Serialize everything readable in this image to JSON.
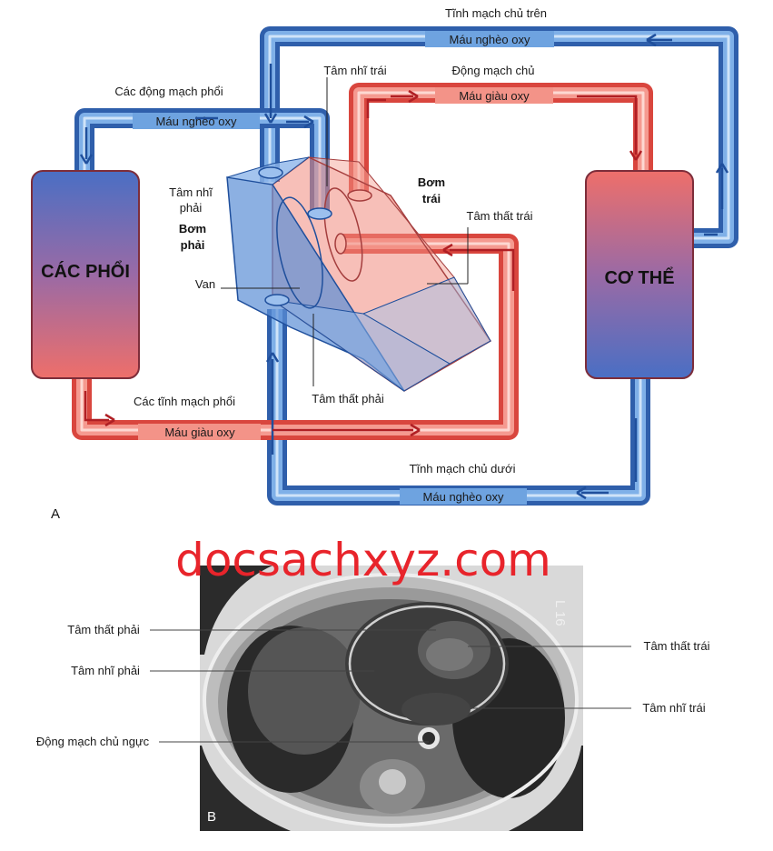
{
  "diagram": {
    "organs": {
      "lungs": "CÁC PHỔI",
      "body": "CƠ THỂ"
    },
    "vessels": {
      "superior_vena_cava": "Tĩnh mạch chủ trên",
      "aorta": "Động mạch chủ",
      "pulmonary_arteries": "Các động mạch phổi",
      "pulmonary_veins": "Các tĩnh mạch phổi",
      "inferior_vena_cava": "Tĩnh mạch chủ dưới"
    },
    "flow_labels": {
      "poor_top": "Máu nghèo oxy",
      "rich_top": "Máu giàu oxy",
      "poor_lung": "Máu nghèo oxy",
      "rich_bottom": "Máu giàu oxy",
      "poor_bottom": "Máu nghèo oxy"
    },
    "heart": {
      "left_atrium": "Tâm nhĩ trái",
      "right_atrium_1": "Tâm nhĩ",
      "right_atrium_2": "phải",
      "right_pump_1": "Bơm",
      "right_pump_2": "phải",
      "left_pump_1": "Bơm",
      "left_pump_2": "trái",
      "left_ventricle": "Tâm thất trái",
      "valve": "Van",
      "right_ventricle": "Tâm thất phải"
    },
    "colors": {
      "oxygen_poor": "#3b78c9",
      "oxygen_rich": "#ef6f62",
      "arrow_blue": "#1f4f9c",
      "arrow_red": "#b01f24"
    }
  },
  "panel_a_label": "A",
  "watermark": "docsachxyz.com",
  "mri": {
    "panel_label": "B",
    "side_marker": "L\n16",
    "labels": {
      "right_ventricle": "Tâm thất phải",
      "right_atrium": "Tâm nhĩ phải",
      "thoracic_aorta": "Động mạch chủ ngực",
      "left_ventricle": "Tâm thất trái",
      "left_atrium": "Tâm nhĩ trái"
    }
  }
}
